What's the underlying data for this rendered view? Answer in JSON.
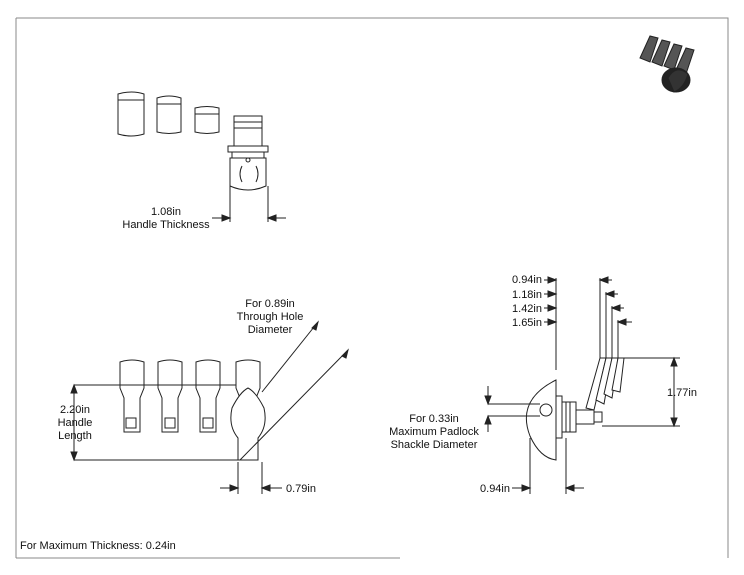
{
  "colors": {
    "line": "#222222",
    "fill": "#ffffff",
    "dark": "#2a2a2a",
    "border": "#888888"
  },
  "top_view": {
    "dim_value": "1.08in",
    "dim_label": "Handle Thickness"
  },
  "front_view": {
    "length_value": "2.20in",
    "length_label_1": "Handle",
    "length_label_2": "Length",
    "hole_line_1": "For 0.89in",
    "hole_line_2": "Through Hole",
    "hole_line_3": "Diameter",
    "width_value": "0.79in"
  },
  "side_view": {
    "dims": [
      "0.94in",
      "1.18in",
      "1.42in",
      "1.65in"
    ],
    "height_value": "1.77in",
    "shackle_line_1": "For 0.33in",
    "shackle_line_2": "Maximum Padlock",
    "shackle_line_3": "Shackle Diameter",
    "bottom_value": "0.94in"
  },
  "footer": {
    "text": "For Maximum Thickness: 0.24in"
  }
}
